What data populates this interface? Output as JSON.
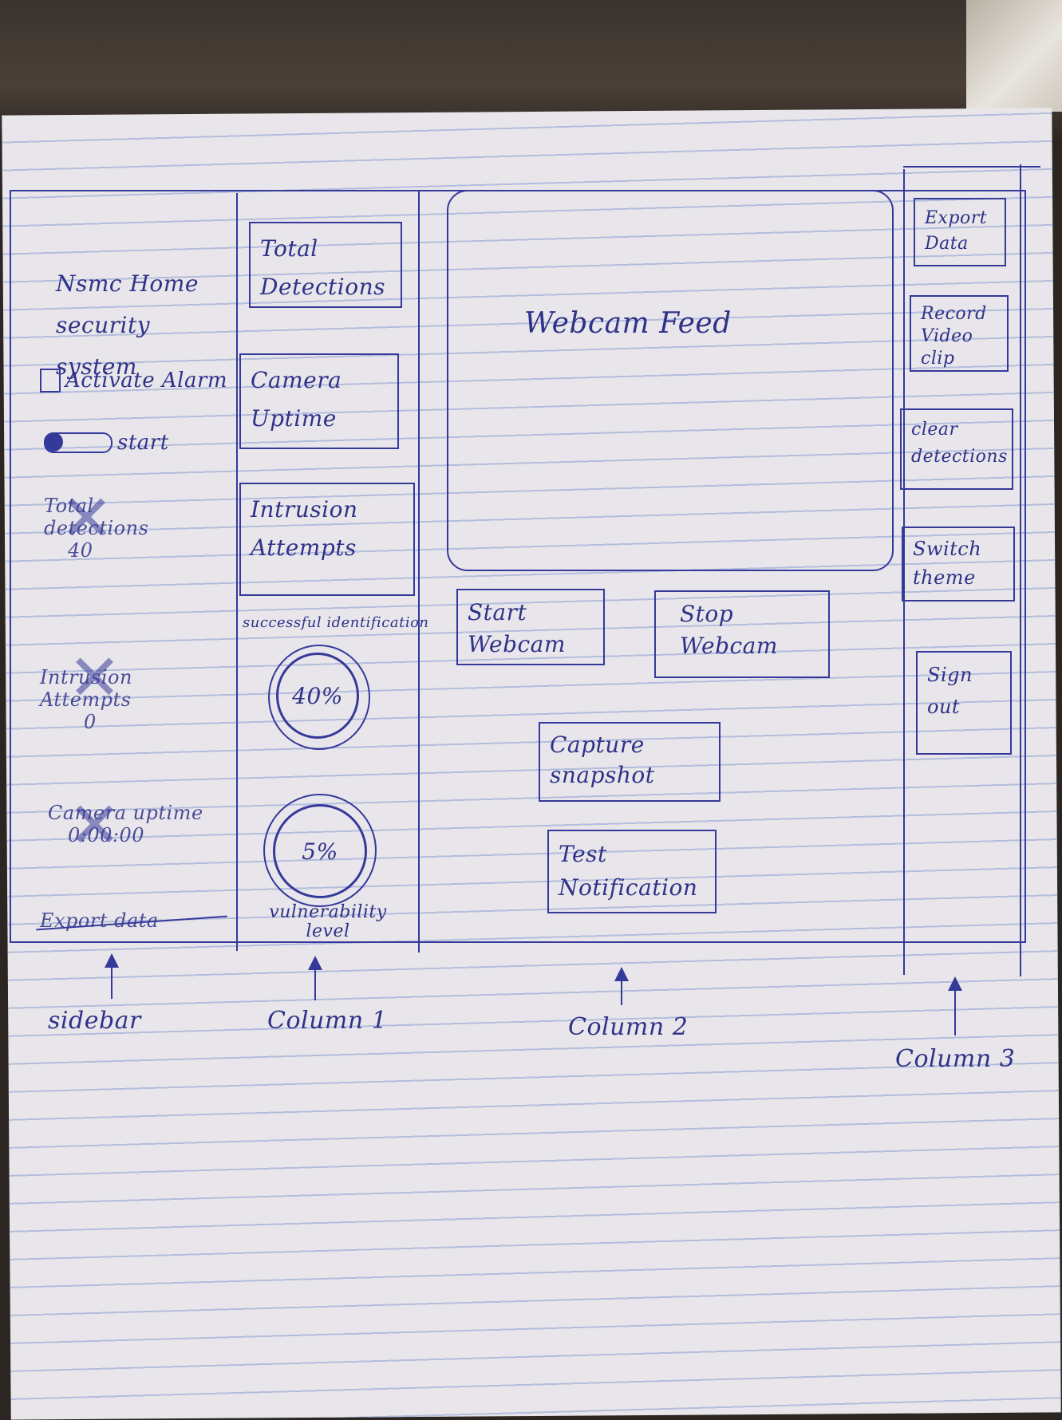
{
  "sidebar": {
    "title": "Nsmc Home security system",
    "activate_alarm_label": "Activate Alarm",
    "start_toggle_label": "start",
    "crossed_items": [
      {
        "label": "Total detections",
        "value": "40"
      },
      {
        "label": "Intrusion Attempts",
        "value": "0"
      },
      {
        "label": "Camera uptime",
        "value": "0:00:00"
      },
      {
        "label": "Export data"
      }
    ]
  },
  "column1": {
    "total_detections_label": "Total Detections",
    "camera_uptime_label": "Camera Uptime",
    "intrusion_attempts_label": "Intrusion Attempts",
    "successful_identification_label": "successful identification",
    "successful_identification_percent": "40%",
    "successful_identification_value": 0.4,
    "vulnerability_percent": "5%",
    "vulnerability_value": 0.05,
    "vulnerability_label": "vulnerability level"
  },
  "column2": {
    "webcam_feed_label": "Webcam Feed",
    "start_webcam_label": "Start Webcam",
    "stop_webcam_label": "Stop Webcam",
    "capture_snapshot_label": "Capture snapshot",
    "test_notification_label": "Test Notification"
  },
  "column3": {
    "export_data_label": "Export Data",
    "record_video_label": "Record Video clip",
    "clear_detections_label": "clear detections",
    "switch_theme_label": "Switch theme",
    "sign_out_label": "Sign out"
  },
  "annotations": {
    "sidebar": "sidebar",
    "column1": "Column 1",
    "column2": "Column 2",
    "column3": "Column 3"
  },
  "colors": {
    "ink": "#35399a",
    "paper": "#e8e6ea"
  }
}
